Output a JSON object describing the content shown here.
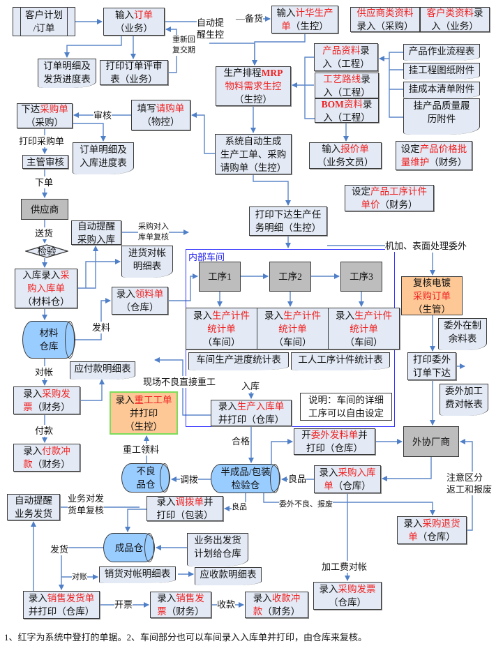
{
  "nodes": [
    {
      "id": "customer-plan",
      "lines": [
        [
          "客户计划"
        ],
        [
          "/订单"
        ]
      ]
    },
    {
      "id": "enter-order",
      "lines": [
        [
          "输入",
          [
            "订单",
            1
          ]
        ],
        [
          "（业务）"
        ]
      ]
    },
    {
      "id": "order-detail-ship",
      "lines": [
        [
          "订单明细及"
        ],
        [
          "发货进度表"
        ]
      ]
    },
    {
      "id": "print-order-review",
      "lines": [
        [
          "打印订单评审"
        ],
        [
          "表（业务）"
        ]
      ]
    },
    {
      "id": "enter-prod-plan",
      "lines": [
        [
          "输入",
          [
            "计华生产",
            1
          ]
        ],
        [
          [
            "单",
            1
          ],
          "（生控）"
        ]
      ]
    },
    {
      "id": "supplier-data",
      "lines": [
        [
          [
            "供应商类资料",
            1
          ]
        ],
        [
          "录入（采购）"
        ]
      ]
    },
    {
      "id": "customer-data",
      "lines": [
        [
          [
            "客户类资料",
            1
          ],
          "录"
        ],
        [
          "入（业务）"
        ]
      ]
    },
    {
      "id": "product-data",
      "lines": [
        [
          [
            "产品资料",
            1
          ],
          "录"
        ],
        [
          "入（工程）"
        ]
      ]
    },
    {
      "id": "routing",
      "lines": [
        [
          [
            "工艺路线",
            1
          ],
          "录"
        ],
        [
          "入（工程）"
        ]
      ]
    },
    {
      "id": "bom-data",
      "lines": [
        [
          [
            "BOM",
            2
          ],
          [
            "资料",
            1
          ],
          "录"
        ],
        [
          "入（工程）"
        ]
      ]
    },
    {
      "id": "doc-flow",
      "lines": [
        [
          "产品作业流程表"
        ]
      ]
    },
    {
      "id": "doc-drawing",
      "lines": [
        [
          "挂工程图纸附件"
        ]
      ]
    },
    {
      "id": "doc-cost",
      "lines": [
        [
          "挂成本清单附件"
        ]
      ]
    },
    {
      "id": "doc-quality",
      "lines": [
        [
          "挂产品质量履"
        ],
        [
          "历附件"
        ]
      ]
    },
    {
      "id": "mrp",
      "lines": [
        [
          "生产排程",
          [
            "MRP",
            2
          ]
        ],
        [
          [
            "物料需求生控",
            1
          ]
        ],
        [
          "（生控）"
        ]
      ]
    },
    {
      "id": "auto-generate",
      "lines": [
        [
          "系统自动生成"
        ],
        [
          "生产工单、采购"
        ],
        [
          "请购单（生控）"
        ]
      ]
    },
    {
      "id": "quote",
      "lines": [
        [
          "输入",
          [
            "报价单",
            1
          ]
        ],
        [
          "（业务文员）"
        ]
      ]
    },
    {
      "id": "price-maint",
      "lines": [
        [
          "设定",
          [
            "产品价格批",
            1
          ]
        ],
        [
          [
            "量维护",
            1
          ],
          "（财务）"
        ]
      ]
    },
    {
      "id": "requisition",
      "lines": [
        [
          "填写",
          [
            "请购单",
            1
          ]
        ],
        [
          "（物控）"
        ]
      ]
    },
    {
      "id": "purchase-order",
      "lines": [
        [
          "下达",
          [
            "采购单",
            1
          ]
        ],
        [
          "（采购）"
        ]
      ]
    },
    {
      "id": "order-detail-in",
      "lines": [
        [
          "订单明细及"
        ],
        [
          "入库进度表"
        ]
      ]
    },
    {
      "id": "manager-review",
      "lines": [
        [
          "主管审核"
        ]
      ]
    },
    {
      "id": "supplier",
      "lines": [
        [
          "供应商"
        ]
      ]
    },
    {
      "id": "auto-remind-in",
      "lines": [
        [
          "自动提醒"
        ],
        [
          "采购入库"
        ]
      ]
    },
    {
      "id": "purchase-recon",
      "lines": [
        [
          "进货对帐"
        ],
        [
          "明细表"
        ]
      ]
    },
    {
      "id": "inspect",
      "lines": [
        [
          "检验"
        ]
      ]
    },
    {
      "id": "purchase-receipt",
      "lines": [
        [
          "入库录入",
          [
            "采",
            1
          ]
        ],
        [
          [
            "购入库单",
            1
          ]
        ],
        [
          "（材料仓）"
        ]
      ]
    },
    {
      "id": "material-issue",
      "lines": [
        [
          "录入",
          [
            "领料单",
            1
          ]
        ],
        [
          "（仓库）"
        ]
      ]
    },
    {
      "id": "material-store",
      "lines": [
        [
          "材料"
        ],
        [
          "仓库"
        ]
      ]
    },
    {
      "id": "payable-detail",
      "lines": [
        [
          "应付款明细表"
        ]
      ]
    },
    {
      "id": "purchase-invoice",
      "lines": [
        [
          "录入",
          [
            "采购发",
            1
          ]
        ],
        [
          [
            "票",
            1
          ],
          "（财务）"
        ]
      ]
    },
    {
      "id": "payment-offset",
      "lines": [
        [
          "录入",
          [
            "付款冲",
            1
          ]
        ],
        [
          [
            "款",
            1
          ],
          "（财务）"
        ]
      ]
    },
    {
      "id": "process-price",
      "lines": [
        [
          "设定",
          [
            "产品工序计件",
            1
          ]
        ],
        [
          [
            "单价",
            1
          ],
          "（财务）"
        ]
      ]
    },
    {
      "id": "print-task",
      "lines": [
        [
          "打印下达生产任"
        ],
        [
          "务明细（生控）"
        ]
      ]
    },
    {
      "id": "workshop",
      "title": "内部车间"
    },
    {
      "id": "step1",
      "lines": [
        [
          "工序1"
        ]
      ]
    },
    {
      "id": "step2",
      "lines": [
        [
          "工序2"
        ]
      ]
    },
    {
      "id": "step3",
      "lines": [
        [
          "工序3"
        ]
      ]
    },
    {
      "id": "piece1",
      "lines": [
        [
          "录入",
          [
            "生产计件",
            1
          ]
        ],
        [
          [
            "统计单",
            1
          ]
        ],
        [
          "（车间）"
        ]
      ]
    },
    {
      "id": "piece2",
      "lines": [
        [
          "录入",
          [
            "生产计件",
            1
          ]
        ],
        [
          [
            "统计单",
            1
          ]
        ],
        [
          "（车间）"
        ]
      ]
    },
    {
      "id": "piece3",
      "lines": [
        [
          "录入",
          [
            "生产计件",
            1
          ]
        ],
        [
          [
            "统计单",
            1
          ]
        ],
        [
          "（车间）"
        ]
      ]
    },
    {
      "id": "workshop-progress",
      "lines": [
        [
          "车间生产进度统计表"
        ]
      ]
    },
    {
      "id": "worker-piece",
      "lines": [
        [
          "工人工序计件统计表"
        ]
      ]
    },
    {
      "id": "workshop-note",
      "lines": [
        [
          "说明：车间的详细"
        ],
        [
          "工序可以自由设定"
        ]
      ]
    },
    {
      "id": "production-receipt",
      "lines": [
        [
          "录入",
          [
            "生产入库单",
            1
          ]
        ],
        [
          "并打印（仓库）"
        ]
      ]
    },
    {
      "id": "plating-po",
      "lines": [
        [
          "复核电镀"
        ],
        [
          [
            "采购订单",
            1
          ]
        ],
        [
          "（生管）"
        ]
      ]
    },
    {
      "id": "outsource-wip",
      "lines": [
        [
          "委外在制"
        ],
        [
          "余料表"
        ]
      ]
    },
    {
      "id": "print-outsource",
      "lines": [
        [
          "打印委外"
        ],
        [
          "订单下达"
        ]
      ]
    },
    {
      "id": "outsource-fee",
      "lines": [
        [
          "委外加工"
        ],
        [
          "费对帐表"
        ]
      ]
    },
    {
      "id": "rework-order",
      "lines": [
        [
          "录入",
          [
            "重工工单",
            1
          ]
        ],
        [
          "并打印"
        ],
        [
          "（生控）"
        ]
      ]
    },
    {
      "id": "outsource-vendor",
      "lines": [
        [
          "外协厂商"
        ]
      ]
    },
    {
      "id": "outsource-issue",
      "lines": [
        [
          "开",
          [
            "委外发料单",
            1
          ],
          "并"
        ],
        [
          "打印（仓库）"
        ]
      ]
    },
    {
      "id": "semi-store",
      "lines": [
        [
          "半成品/包装"
        ],
        [
          "检验仓"
        ]
      ]
    },
    {
      "id": "defect-store",
      "lines": [
        [
          "不良"
        ],
        [
          "品仓"
        ]
      ]
    },
    {
      "id": "purchase-receipt-2",
      "lines": [
        [
          "录入",
          [
            "采购入库",
            1
          ]
        ],
        [
          [
            "单",
            1
          ],
          "（仓库）"
        ]
      ]
    },
    {
      "id": "transfer",
      "lines": [
        [
          "录入",
          [
            "调拨单",
            1
          ],
          "并"
        ],
        [
          "打印（包装）"
        ]
      ]
    },
    {
      "id": "purchase-return",
      "lines": [
        [
          "录入",
          [
            "采购退货",
            1
          ]
        ],
        [
          [
            "单",
            1
          ],
          "（仓库）"
        ]
      ]
    },
    {
      "id": "auto-remind-ship",
      "lines": [
        [
          "自动提醒"
        ],
        [
          "业务发货"
        ]
      ]
    },
    {
      "id": "finished-store",
      "lines": [
        [
          "成品仓"
        ]
      ]
    },
    {
      "id": "ship-plan",
      "lines": [
        [
          "业务出发货"
        ],
        [
          "计划给仓库"
        ]
      ]
    },
    {
      "id": "sales-recon",
      "lines": [
        [
          "销货对帐明细表"
        ]
      ]
    },
    {
      "id": "receivable-detail",
      "lines": [
        [
          "应收款明细表"
        ]
      ]
    },
    {
      "id": "sales-delivery",
      "lines": [
        [
          "录入",
          [
            "销售发货单",
            1
          ]
        ],
        [
          "并打印（仓库）"
        ]
      ]
    },
    {
      "id": "sales-invoice",
      "lines": [
        [
          "录入",
          [
            "销售发",
            1
          ]
        ],
        [
          [
            "票",
            1
          ],
          "（财务）"
        ]
      ]
    },
    {
      "id": "receipt-offset",
      "lines": [
        [
          "录入",
          [
            "收款冲",
            1
          ]
        ],
        [
          [
            "款",
            1
          ],
          "（财务）"
        ]
      ]
    },
    {
      "id": "purchase-invoice-2",
      "lines": [
        [
          "录入",
          [
            "采购发票",
            1
          ]
        ],
        [
          "（仓库）"
        ]
      ]
    }
  ],
  "labels": [
    {
      "id": "auto-remind-prod",
      "text": [
        "自动提",
        "醒生控"
      ]
    },
    {
      "id": "stock-up",
      "text": [
        "—备货"
      ]
    },
    {
      "id": "reconfirm-date",
      "text": [
        "重新回",
        "复交期"
      ]
    },
    {
      "id": "approve",
      "text": [
        "审核"
      ]
    },
    {
      "id": "print-po",
      "text": [
        "打印采购单"
      ]
    },
    {
      "id": "place-order",
      "text": [
        "下单"
      ]
    },
    {
      "id": "deliver",
      "text": [
        "送货"
      ]
    },
    {
      "id": "receipt-review",
      "text": [
        "采购对入",
        "库单复核"
      ]
    },
    {
      "id": "issue-material",
      "text": [
        "发料"
      ]
    },
    {
      "id": "reconcile",
      "text": [
        "对帐"
      ]
    },
    {
      "id": "pay",
      "text": [
        "付款"
      ]
    },
    {
      "id": "onsite-rework",
      "text": [
        "现场不良直接重工"
      ]
    },
    {
      "id": "stock-in",
      "text": [
        "入库"
      ]
    },
    {
      "id": "outsource-machining",
      "text": [
        "机加、表面处理委外"
      ]
    },
    {
      "id": "qualified",
      "text": [
        "合格"
      ]
    },
    {
      "id": "rework-material",
      "text": [
        "重工领料"
      ]
    },
    {
      "id": "transfer-label",
      "text": [
        "调拨"
      ]
    },
    {
      "id": "good-1",
      "text": [
        "良品"
      ]
    },
    {
      "id": "good-2",
      "text": [
        "良品"
      ]
    },
    {
      "id": "outsource-defect",
      "text": [
        "委外不良、报废"
      ]
    },
    {
      "id": "distinguish",
      "text": [
        "注意区分",
        "返工和报废"
      ]
    },
    {
      "id": "process-fee-recon",
      "text": [
        "加工费对帐"
      ]
    },
    {
      "id": "ship-review",
      "text": [
        "业务对发",
        "货单复核"
      ]
    },
    {
      "id": "ship",
      "text": [
        "发货"
      ]
    },
    {
      "id": "reconcile-2",
      "text": [
        "对账"
      ]
    },
    {
      "id": "invoice",
      "text": [
        "开票"
      ]
    },
    {
      "id": "collect",
      "text": [
        "收款"
      ]
    }
  ],
  "footnote": "1、红字为系统中登打的单据。2、车间部分也可以车间录入入库单并打印，由仓库来复核。",
  "colors": {
    "box": "#e3eaf5",
    "red": "#f02020",
    "store": "#99ccff",
    "gray": "#bdbdbd",
    "orange": "#fdc896",
    "arrow": "#4f7fc7",
    "frame": "#3333ff"
  }
}
